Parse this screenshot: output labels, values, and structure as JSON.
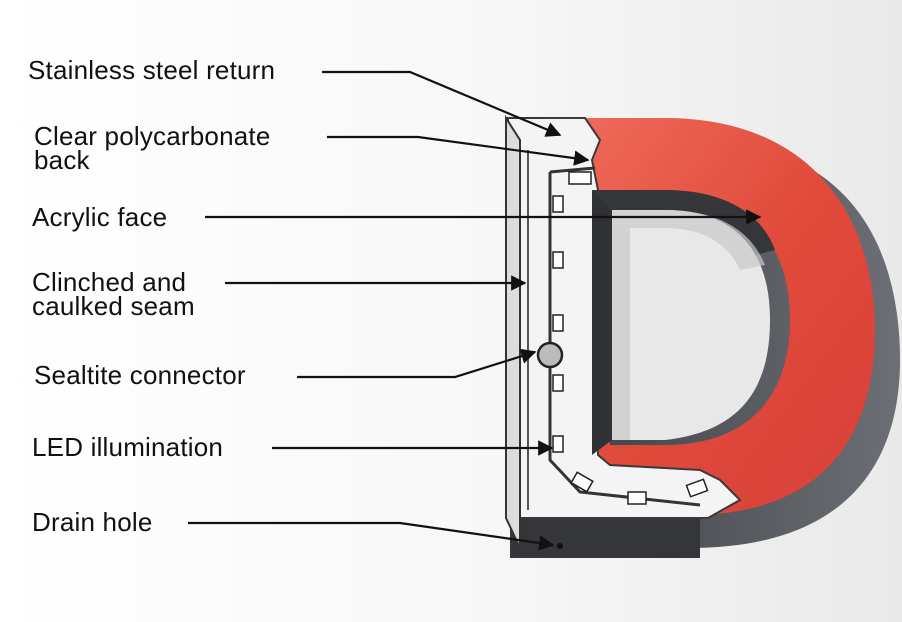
{
  "labels": {
    "stainless_steel_return": "Stainless steel return",
    "clear_polycarbonate_back": "Clear polycarbonate\nback",
    "acrylic_face": "Acrylic face",
    "clinched_caulked_seam": "Clinched and\ncaulked seam",
    "sealtite_connector": "Sealtite connector",
    "led_illumination": "LED illumination",
    "drain_hole": "Drain hole"
  },
  "colors": {
    "acrylic_face": "#e04a3a",
    "return_side": "#5b5e63",
    "return_dark": "#2a2c30",
    "polycarbonate_back": "#f3f3f3",
    "leader_line": "#111111"
  }
}
